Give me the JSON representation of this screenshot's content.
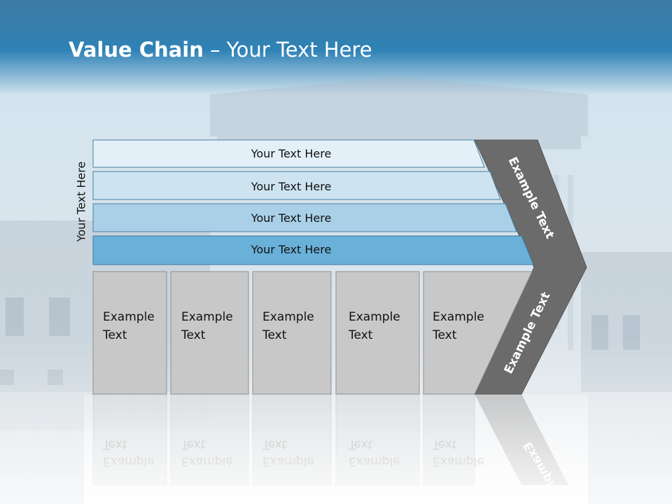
{
  "slide": {
    "title_bold": "Value Chain",
    "title_rest": " – Your Text Here",
    "side_label": "Your Text Here"
  },
  "bars": [
    {
      "label": "Your Text Here",
      "color": "#e3f0f8"
    },
    {
      "label": "Your Text Here",
      "color": "#cde3f0"
    },
    {
      "label": "Your Text Here",
      "color": "#a9d0e7"
    },
    {
      "label": "Your Text Here",
      "color": "#6ab1d9"
    }
  ],
  "boxes": [
    {
      "line1": "Example",
      "line2": "Text"
    },
    {
      "line1": "Example",
      "line2": "Text"
    },
    {
      "line1": "Example",
      "line2": "Text"
    },
    {
      "line1": "Example",
      "line2": "Text"
    },
    {
      "line1": "Example",
      "line2": "Text"
    }
  ],
  "chevron": {
    "upper_text": "Example Text",
    "lower_text": "Example Text",
    "color": "#6b6b6b"
  },
  "colors": {
    "header_blue": "#2f7fb0",
    "box_fill": "#c8c8c8"
  }
}
